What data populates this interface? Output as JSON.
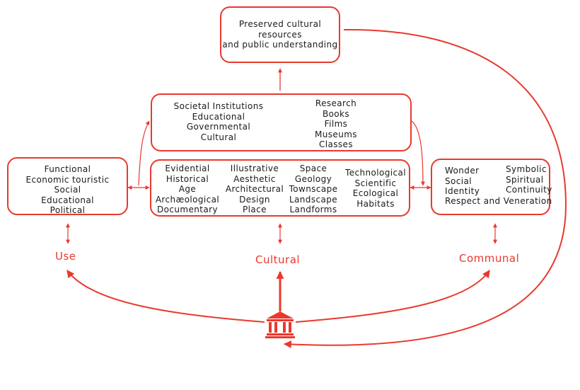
{
  "colors": {
    "accent": "#e8392e",
    "text": "#1a1a1a"
  },
  "top_box": {
    "lines": [
      "Preserved cultural",
      "resources",
      "and public understanding"
    ]
  },
  "middle_box": {
    "left": [
      "Societal Institutions",
      "Educational",
      "Governmental",
      "Cultural"
    ],
    "right": [
      "Research",
      "Books",
      "Films",
      "Museums",
      "Classes"
    ]
  },
  "use_box": {
    "lines": [
      "Functional",
      "Economic touristic",
      "Social",
      "Educational",
      "Political"
    ]
  },
  "cultural_box": {
    "col1": [
      "Evidential",
      "Historical",
      "Age",
      "Archæological",
      "Documentary"
    ],
    "col2": [
      "Illustrative",
      "Aesthetic",
      "Architectural",
      "Design",
      "Place"
    ],
    "col3": [
      "Space",
      "Geology",
      "Townscape",
      "Landscape",
      "Landforms"
    ],
    "col4": [
      "Technological",
      "Scientific",
      "Ecological",
      "Habitats"
    ]
  },
  "communal_box": {
    "col1": [
      "Wonder",
      "Social",
      "Identity"
    ],
    "col2": [
      "Symbolic",
      "Spiritual",
      "Continuity"
    ],
    "bottom": "Respect and Veneration"
  },
  "labels": {
    "use": "Use",
    "cultural": "Cultural",
    "communal": "Communal"
  },
  "icons": {
    "center": "museum-building-icon"
  }
}
